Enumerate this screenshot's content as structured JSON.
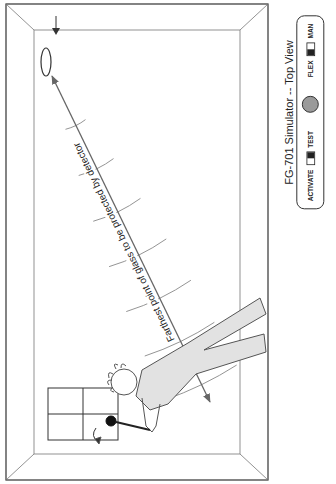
{
  "diagram": {
    "nodes": [
      {
        "text": [
          "FG-701 Simulator -- Top View",
          "ACTIVATE",
          "TEST",
          "FLEX",
          "MAN"
        ]
      }
    ],
    "labels": [
      "Farthest point of glass to be protected by detector"
    ]
  }
}
